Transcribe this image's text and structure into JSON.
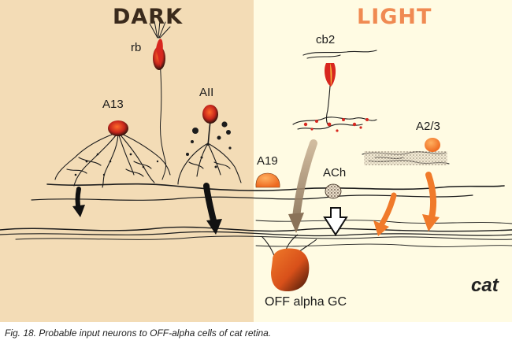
{
  "panels": {
    "dark_heading": "DARK",
    "light_heading": "LIGHT"
  },
  "labels": {
    "rb": "rb",
    "a13": "A13",
    "aii": "AII",
    "cb2": "cb2",
    "a23": "A2/3",
    "a19": "A19",
    "ach": "ACh",
    "off_alpha_gc": "OFF alpha GC"
  },
  "species": "cat",
  "caption": "Fig. 18. Probable input neurons to OFF-alpha cells of cat retina.",
  "colors": {
    "dark_background": "#f3dcb6",
    "light_background": "#fffbe3",
    "cell_orange": "#f07a2a",
    "cell_red": "#d8271f",
    "neurite": "#1c1c1c"
  },
  "icons": [
    "down-arrow-icon",
    "hollow-down-arrow-icon",
    "orange-arrow-icon"
  ]
}
